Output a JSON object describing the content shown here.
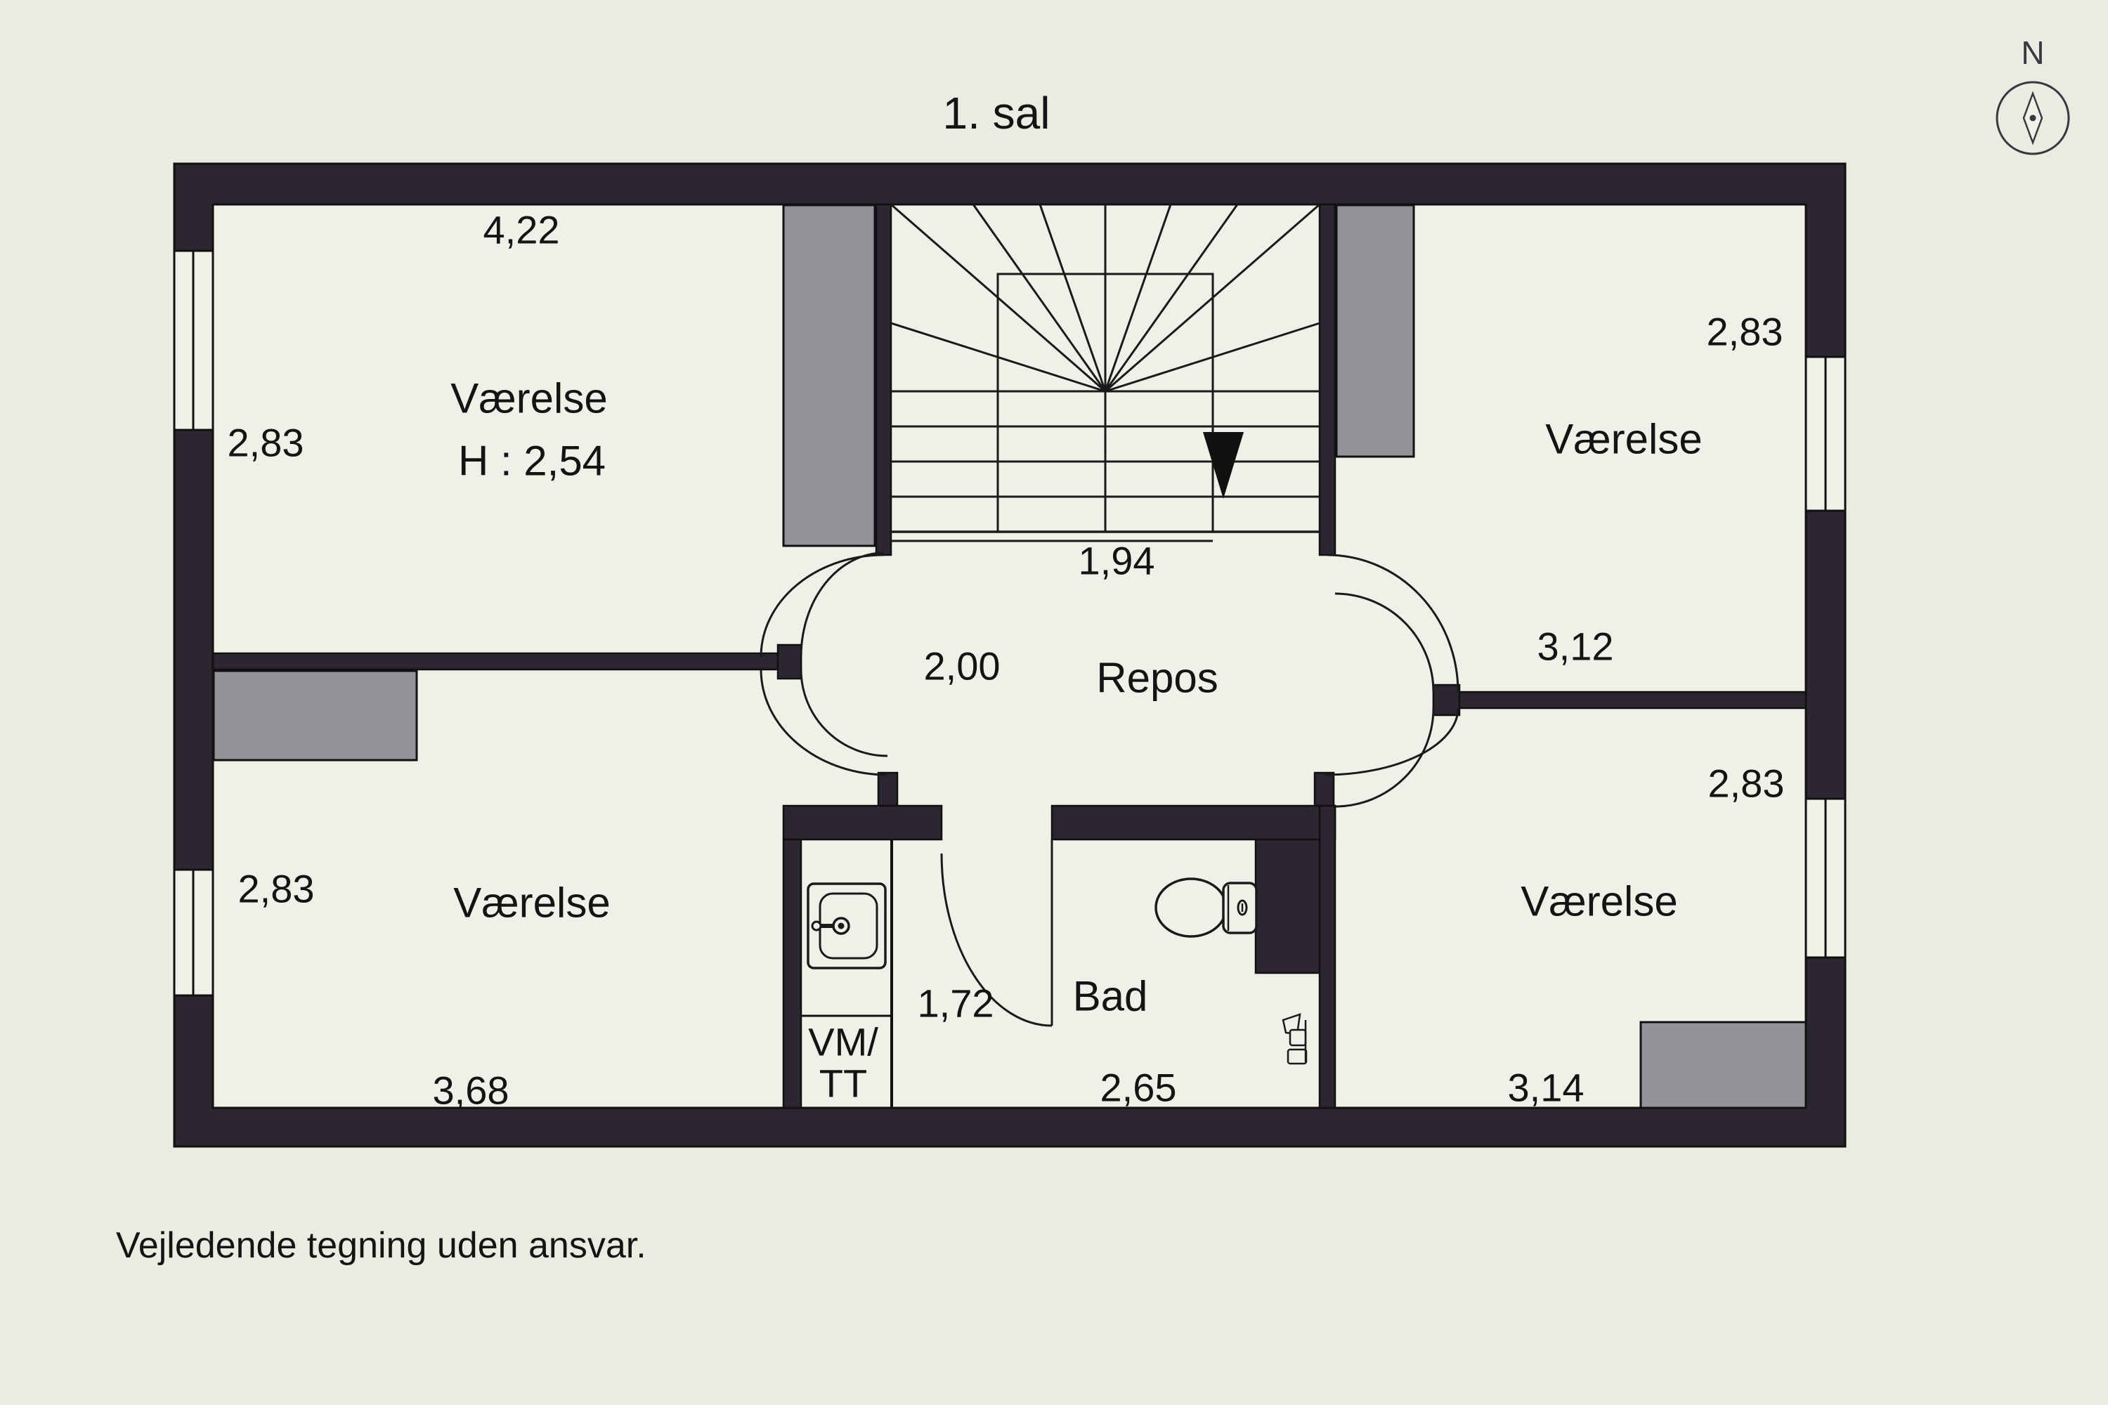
{
  "title": "1. sal",
  "compass": {
    "label": "N"
  },
  "rooms": {
    "top_left": {
      "name": "Værelse",
      "ceiling_height": "H : 2,54",
      "width": "4,22",
      "depth": "2,83"
    },
    "top_right": {
      "name": "Værelse",
      "width": "3,12",
      "depth": "2,83"
    },
    "bottom_left": {
      "name": "Værelse",
      "width": "3,68",
      "depth": "2,83"
    },
    "bottom_right": {
      "name": "Værelse",
      "width": "3,14",
      "depth": "2,83"
    },
    "landing": {
      "name": "Repos",
      "stair_width": "1,94",
      "left_opening": "2,00"
    },
    "bathroom": {
      "name": "Bad",
      "width": "2,65",
      "entry_width": "1,72"
    },
    "utility": {
      "name_line1": "VM/",
      "name_line2": "TT"
    }
  },
  "footer": "Vejledende tegning uden ansvar.",
  "colors": {
    "background": "#ecebe1",
    "floor": "#f1f0e8",
    "wall": "#2b2630",
    "furniture_gray": "#959399",
    "line": "#1a1a1a"
  }
}
